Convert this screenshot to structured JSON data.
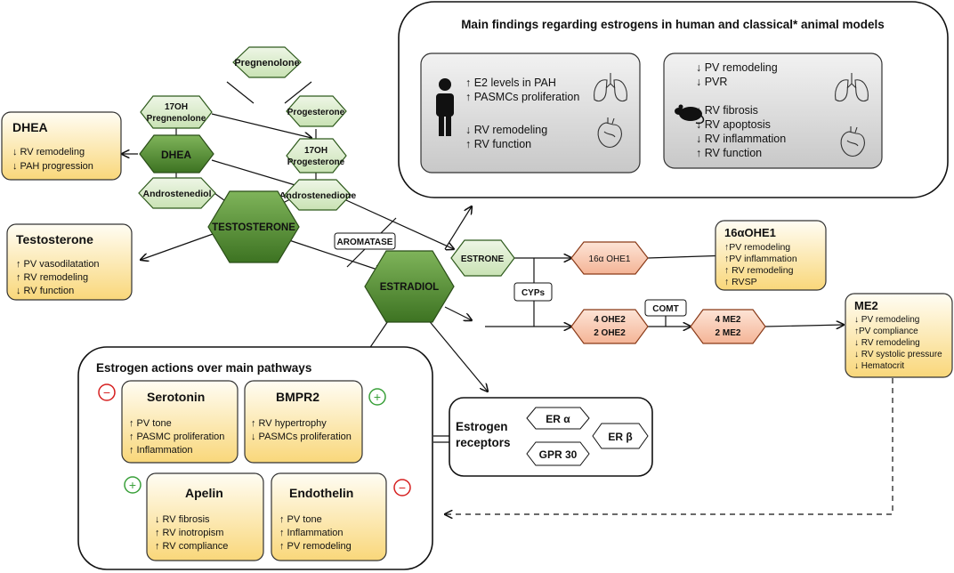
{
  "steroids": {
    "pregnenolone": "Pregnenolone",
    "oh17_preg_1": "17OH",
    "oh17_preg_2": "Pregnenolone",
    "progesterone": "Progesterone",
    "oh17_prog_1": "17OH",
    "oh17_prog_2": "Progesterone",
    "dhea": "DHEA",
    "androstenediol": "Androstenediol",
    "androstenedione": "Androstenedione",
    "testosterone": "TESTOSTERONE",
    "estradiol": "ESTRADIOL",
    "estrone": "ESTRONE",
    "aromatase": "AROMATASE",
    "cyps": "CYPs",
    "comt": "COMT"
  },
  "metabolites": {
    "ohe1": "16α OHE1",
    "ohe2_a": "4 OHE2",
    "ohe2_b": "2 OHE2",
    "me2_a": "4 ME2",
    "me2_b": "2 ME2"
  },
  "dhea_box": {
    "title": "DHEA",
    "items": [
      "↓ RV remodeling",
      "↓ PAH progression"
    ]
  },
  "testosterone_box": {
    "title": "Testosterone",
    "items": [
      "↑ PV vasodilatation",
      "↑ RV remodeling",
      "↓ RV function"
    ]
  },
  "ohe1_box": {
    "title": "16αOHE1",
    "items": [
      "↑PV remodeling",
      "↑PV inflammation",
      "↑ RV remodeling",
      "↑ RVSP"
    ]
  },
  "me2_box": {
    "title": "ME2",
    "items": [
      "↓ PV remodeling",
      "↑PV compliance",
      "↓ RV remodeling",
      "↓ RV systolic pressure",
      "↓ Hematocrit"
    ]
  },
  "findings": {
    "title": "Main findings regarding estrogens in human and classical* animal models",
    "human_items": [
      "↑ E2 levels in PAH",
      "↑ PASMCs proliferation",
      "↓ RV remodeling",
      "↑ RV function"
    ],
    "animal_items": [
      "↓ PV remodeling",
      "↓ PVR",
      "↓ RV fibrosis",
      "↓ RV apoptosis",
      "↓ RV inflammation",
      "↑ RV function"
    ],
    "icons": [
      "human-icon",
      "lungs-icon",
      "heart-icon",
      "rat-icon"
    ]
  },
  "pathways": {
    "title": "Estrogen actions over main pathways",
    "serotonin": {
      "title": "Serotonin",
      "sign": "−",
      "items": [
        "↑ PV tone",
        "↑ PASMC proliferation",
        "↑ Inflammation"
      ]
    },
    "bmpr2": {
      "title": "BMPR2",
      "sign": "+",
      "items": [
        "↑ RV hypertrophy",
        "↓ PASMCs proliferation"
      ]
    },
    "apelin": {
      "title": "Apelin",
      "sign": "+",
      "items": [
        "↓ RV fibrosis",
        "↑ RV inotropism",
        "↑ RV compliance"
      ]
    },
    "endothelin": {
      "title": "Endothelin",
      "sign": "−",
      "items": [
        "↑ PV tone",
        "↑ Inflammation",
        "↑ PV remodeling"
      ]
    },
    "colors": {
      "minus": "#d62020",
      "plus": "#3aa03a"
    }
  },
  "receptors": {
    "title_1": "Estrogen",
    "title_2": "receptors",
    "er_alpha": "ER α",
    "er_beta": "ER β",
    "gpr30": "GPR 30"
  },
  "colors": {
    "light_green": "#d9ecc9",
    "dark_green": "#4f8a2e",
    "salmon": "#f7c7ad",
    "yellow": "#fbe08a",
    "grey": "#d6d6d6"
  }
}
